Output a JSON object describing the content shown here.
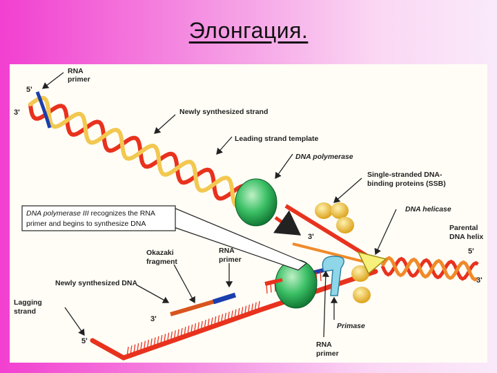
{
  "title": "Элонгация.",
  "labels": {
    "rna_primer_top": [
      "RNA",
      "primer"
    ],
    "newly_synthesized_strand": "Newly synthesized strand",
    "leading_strand_template": "Leading strand template",
    "dna_polymerase": "DNA polymerase",
    "ssb": [
      "Single-stranded DNA-",
      "binding proteins (SSB)"
    ],
    "dna_helicase": "DNA helicase",
    "parental_helix": [
      "Parental",
      "DNA helix"
    ],
    "okazaki_fragment": [
      "Okazaki",
      "fragment"
    ],
    "rna_primer_mid": [
      "RNA",
      "primer"
    ],
    "newly_synthesized_dna": "Newly synthesized DNA",
    "lagging_strand": [
      "Lagging",
      "strand"
    ],
    "primase": "Primase",
    "rna_primer_bottom": [
      "RNA",
      "primer"
    ]
  },
  "callout": {
    "line1_italic": "DNA polymerase III",
    "line1_rest": " recognizes the RNA",
    "line2": "primer and begins to synthesize DNA"
  },
  "ends": {
    "top_5": "5'",
    "top_3": "3'",
    "mid_3": "3'",
    "right_5": "5'",
    "right_3": "3'",
    "okazaki_3": "3'",
    "lagging_5": "5'"
  },
  "colors": {
    "strand_red": "#e8321e",
    "strand_orange": "#f08a2a",
    "strand_yellow": "#f2c850",
    "polymerase_green": "#2fb85a",
    "ssb_yellow": "#f2c43a",
    "helicase_yellow": "#f7f07a",
    "primer_blue": "#1a3fae",
    "primase_cyan": "#8fd6e8"
  }
}
